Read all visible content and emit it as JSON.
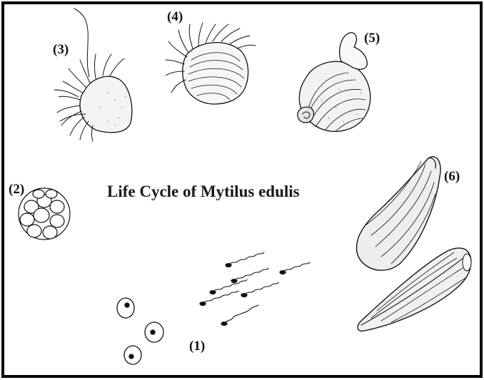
{
  "title": "Life Cycle of Mytilus edulis",
  "stages": [
    {
      "label": "(1)",
      "icon": "egg-and-sperm-icon"
    },
    {
      "label": "(2)",
      "icon": "morula-icon"
    },
    {
      "label": "(3)",
      "icon": "trochophore-larva-icon"
    },
    {
      "label": "(4)",
      "icon": "veliger-larva-icon"
    },
    {
      "label": "(5)",
      "icon": "spat-icon"
    },
    {
      "label": "(6)",
      "icon": "adult-mussel-icon"
    }
  ],
  "colors": {
    "ink": "#111111",
    "background": "#ffffff",
    "border": "#000000"
  }
}
